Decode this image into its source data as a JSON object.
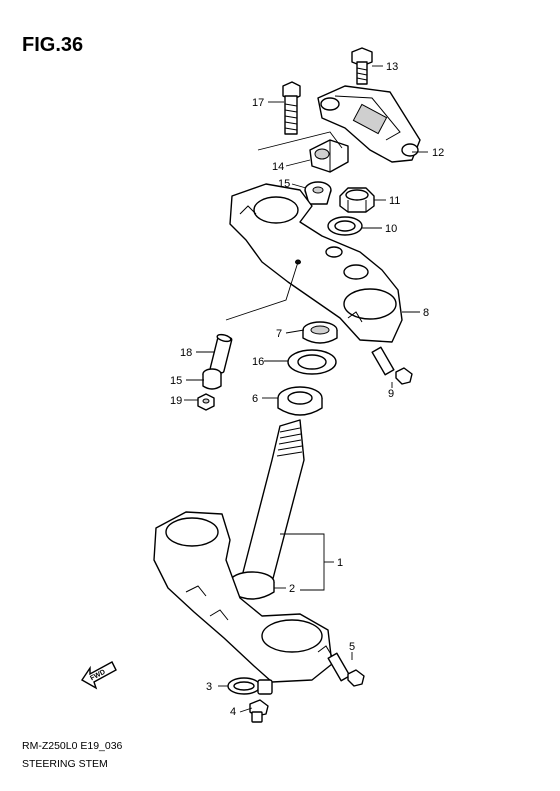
{
  "figure": {
    "title": "FIG.36",
    "code": "RM-Z250L0 E19_036",
    "name": "STEERING STEM"
  },
  "callouts": [
    {
      "id": "1",
      "label": "1"
    },
    {
      "id": "2",
      "label": "2"
    },
    {
      "id": "3",
      "label": "3"
    },
    {
      "id": "4",
      "label": "4"
    },
    {
      "id": "5",
      "label": "5"
    },
    {
      "id": "6",
      "label": "6"
    },
    {
      "id": "7",
      "label": "7"
    },
    {
      "id": "8",
      "label": "8"
    },
    {
      "id": "9",
      "label": "9"
    },
    {
      "id": "10",
      "label": "10"
    },
    {
      "id": "11",
      "label": "11"
    },
    {
      "id": "12",
      "label": "12"
    },
    {
      "id": "13",
      "label": "13"
    },
    {
      "id": "14",
      "label": "14"
    },
    {
      "id": "15a",
      "label": "15"
    },
    {
      "id": "15b",
      "label": "15"
    },
    {
      "id": "16",
      "label": "16"
    },
    {
      "id": "17",
      "label": "17"
    },
    {
      "id": "18",
      "label": "18"
    },
    {
      "id": "19",
      "label": "19"
    }
  ],
  "direction_arrow": {
    "label": "FWD",
    "icon": "forward-arrow-icon"
  }
}
